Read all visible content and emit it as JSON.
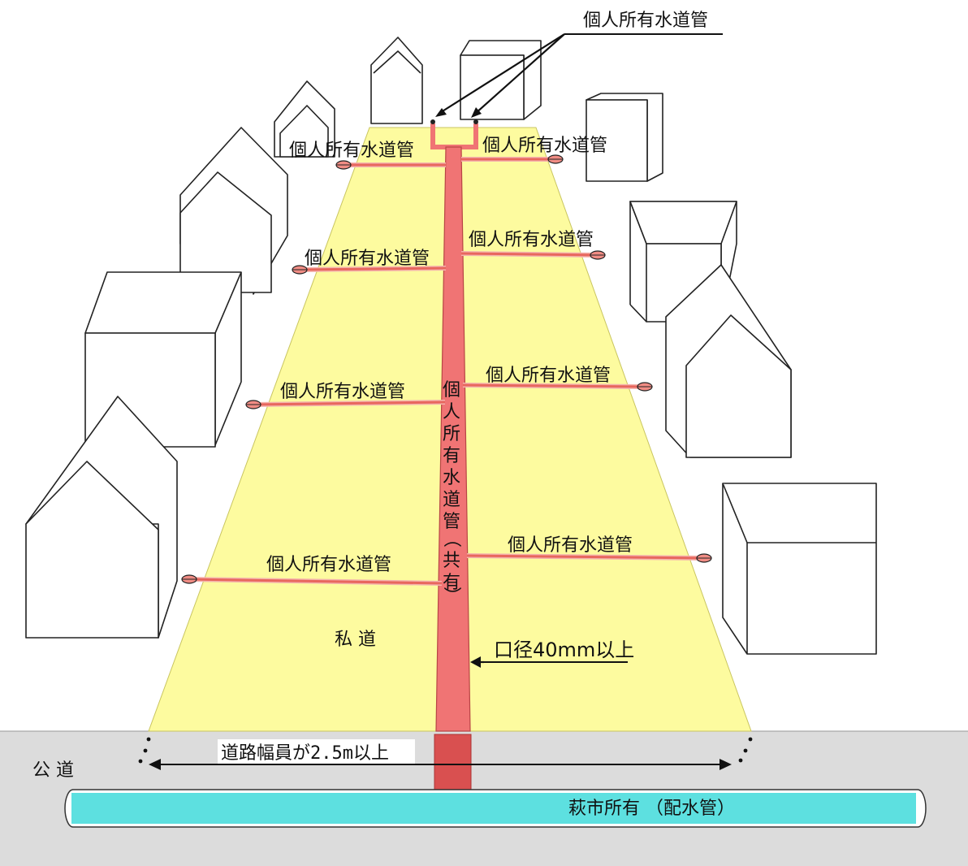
{
  "top_callout": {
    "label": "個人所有水道管"
  },
  "branch_labels": {
    "left_1": "個人所有水道管",
    "right_1": "個人所有水道管",
    "left_2": "個人所有水道管",
    "right_2": "個人所有水道管",
    "left_3": "個人所有水道管",
    "right_3": "個人所有水道管",
    "left_4": "個人所有水道管",
    "right_4": "個人所有水道管"
  },
  "main_pipe": {
    "label_chars": [
      "個",
      "人",
      "所",
      "有",
      "水",
      "道",
      "管",
      "（",
      "共",
      "有",
      "）"
    ]
  },
  "diameter": {
    "label": "口径40mm以上"
  },
  "private_road": {
    "label": "私 道"
  },
  "public_road": {
    "label": "公 道"
  },
  "road_width": {
    "label": "道路幅員が2.5m以上"
  },
  "distribution_pipe": {
    "label": "萩市所有 （配水管）"
  },
  "colors": {
    "private_road": "#fdfb9f",
    "public_road": "#dcdcdc",
    "main_pipe": "#f07474",
    "main_pipe_in_public": "#d95050",
    "distribution_pipe": "#5de0e0"
  }
}
